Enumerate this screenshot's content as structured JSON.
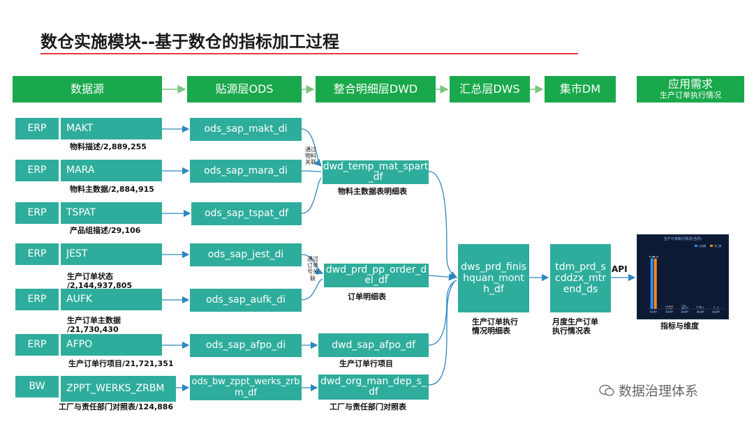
{
  "title": "数仓实施模块--基于数仓的指标加工过程",
  "headers": [
    {
      "label": "数据源"
    },
    {
      "label": "贴源层ODS"
    },
    {
      "label": "整合明细层DWD"
    },
    {
      "label": "汇总层DWS"
    },
    {
      "label": "集市DM"
    },
    {
      "label": "应用需求",
      "sub": "生产订单执行情况"
    }
  ],
  "sources": [
    {
      "system": "ERP",
      "table": "MAKT",
      "caption": "物料描述/2,889,255",
      "ods": "ods_sap_makt_di"
    },
    {
      "system": "ERP",
      "table": "MARA",
      "caption": "物料主数据/2,884,915",
      "ods": "ods_sap_mara_di"
    },
    {
      "system": "ERP",
      "table": "TSPAT",
      "caption": "产品组描述/29,106",
      "ods": "ods_sap_tspat_df"
    },
    {
      "system": "ERP",
      "table": "JEST",
      "caption": "生产订单状态\n/2,144,937,805",
      "ods": "ods_sap_jest_di"
    },
    {
      "system": "ERP",
      "table": "AUFK",
      "caption": "生产订单主数据\n/21,730,430",
      "ods": "ods_sap_aufk_di"
    },
    {
      "system": "ERP",
      "table": "AFPO",
      "caption": "生产订单行项目/21,721,351",
      "ods": "ods_sap_afpo_di"
    },
    {
      "system": "BW",
      "table": "ZPPT_WERKS_ZRBM",
      "caption": "工厂与责任部门对照表/124,886",
      "ods": "ods_bw_zppt_werks_zrbm_df"
    }
  ],
  "dwd": [
    {
      "name": "dwd_temp_mat_spart_df",
      "caption": "物料主数据表明细表"
    },
    {
      "name": "dwd_prd_pp_order_del_df",
      "caption": "订单明细表"
    },
    {
      "name": "dwd_sap_afpo_df",
      "caption": "生产订单行项目"
    },
    {
      "name": "dwd_org_man_dep_s_df",
      "caption": "工厂与责任部门对照表"
    }
  ],
  "notes": {
    "join_material": "通过物料关联",
    "join_order": "通过订单号关联"
  },
  "dws": {
    "name": "dws_prd_finishquan_month_df",
    "caption": "生产订单执行\n情况明细表"
  },
  "dm": {
    "name": "tdm_prd_scddzx_mtrend_ds",
    "caption": "月度生产订单\n执行情况表"
  },
  "api_label": "API",
  "app_caption": "指标与维度",
  "chart_data": {
    "type": "bar",
    "title": "生产订单执行情况(当月)",
    "legend": [
      "计划数",
      "完工数"
    ],
    "categories": [
      "事业部A",
      "事业部B",
      "事业部C",
      "事业部D",
      "事业部E"
    ],
    "series": [
      {
        "name": "计划数",
        "values": [
          37.28,
          0.43,
          1.04,
          0.15,
          0.0
        ]
      },
      {
        "name": "完工数",
        "values": [
          36.99,
          0.45,
          0.1,
          0.1,
          0.0
        ]
      }
    ],
    "ylim": [
      0,
      40
    ]
  },
  "watermark": "数据治理体系",
  "colors": {
    "header": "#19a84b",
    "node": "#2fad9c",
    "accent": "#e23b3b",
    "arrow": "#2e86c1"
  }
}
